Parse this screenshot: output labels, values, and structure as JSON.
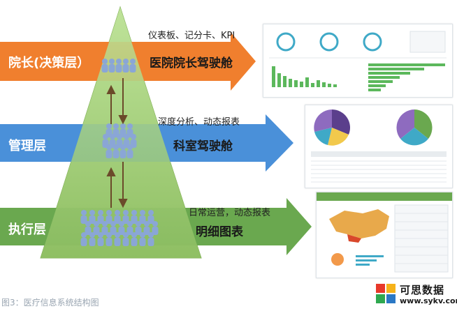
{
  "levels": [
    {
      "label": "院长(决策层）",
      "tools": "仪表板、记分卡、KPI",
      "title": "医院院长驾驶舱",
      "color": "#f07f2e"
    },
    {
      "label": "管理层",
      "tools": "深度分析、动态报表",
      "title": "科室驾驶舱",
      "color": "#4a90d9"
    },
    {
      "label": "执行层",
      "tools": "日常运营，动态报表",
      "title": "明细图表",
      "color": "#6aa84f"
    }
  ],
  "caption": "图3：医疗信息系统结构图",
  "brand": {
    "name": "可思数据",
    "url": "www.sykv.com"
  },
  "colors": {
    "pyramid": "#a4c97a",
    "people": "#8aa6d6",
    "flow_arrow": "#6b4a2a"
  },
  "icons": [
    "people-group-icon",
    "double-arrow-icon",
    "dashboard-thumbnail",
    "pie-chart-thumbnail",
    "map-report-thumbnail",
    "logo-icon"
  ]
}
